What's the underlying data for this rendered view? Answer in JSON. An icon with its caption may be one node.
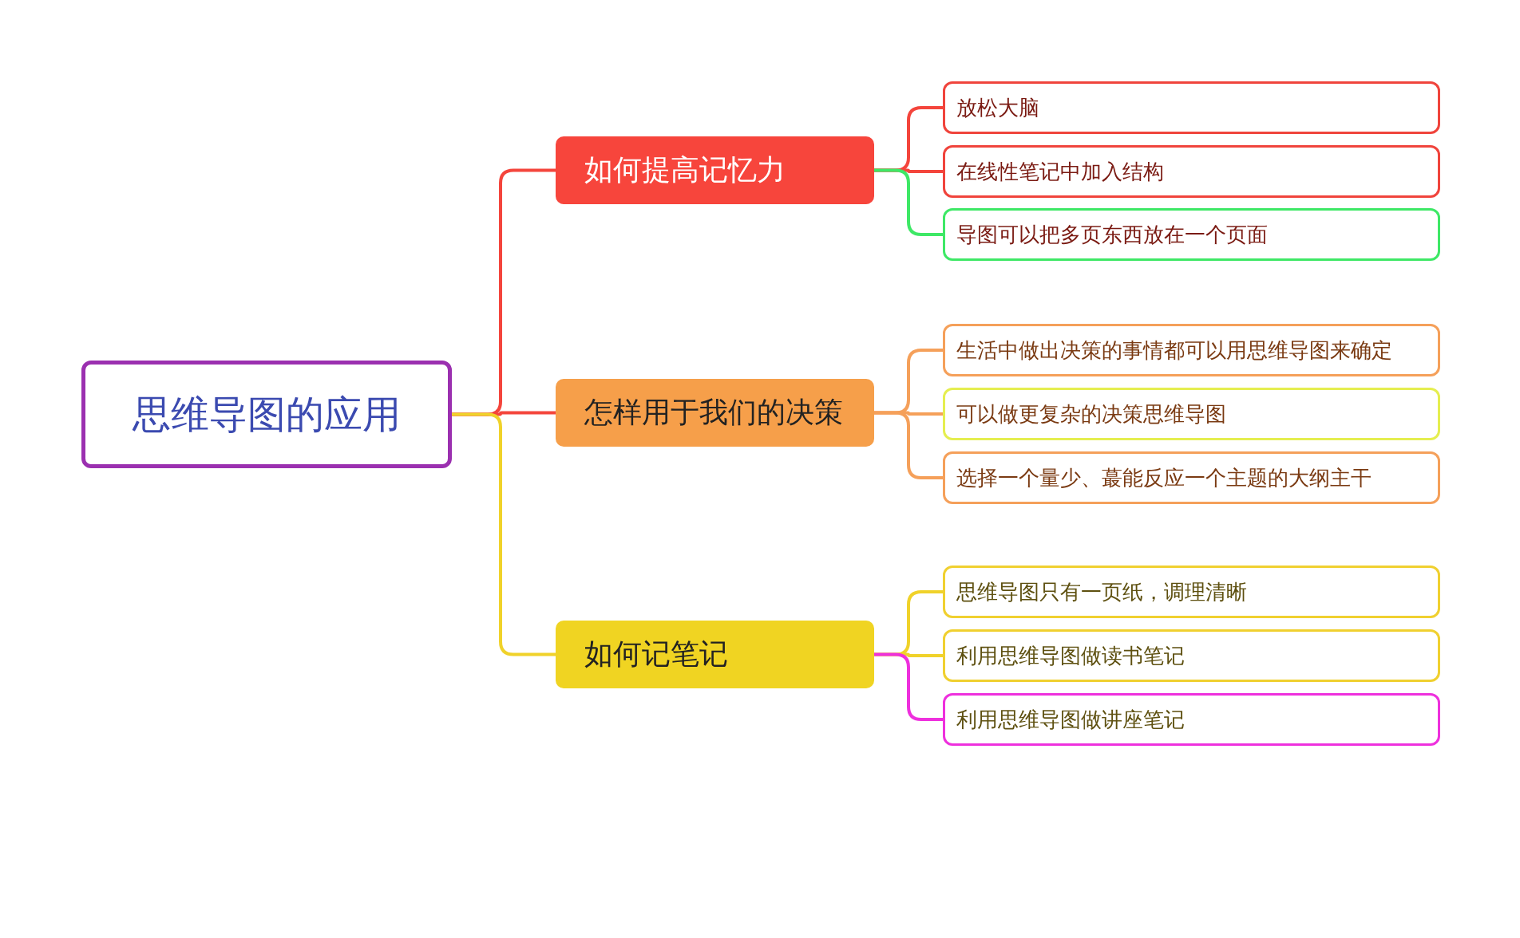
{
  "diagram": {
    "nodes": [
      {
        "text": [
          "思维导图的应用"
        ]
      },
      {
        "text": [
          "如何提高记忆力"
        ]
      },
      {
        "text": [
          "怎样用于我们的决策"
        ]
      },
      {
        "text": [
          "如何记笔记"
        ]
      },
      {
        "text": [
          "放松大脑"
        ]
      },
      {
        "text": [
          "在线性笔记中加入结构"
        ]
      },
      {
        "text": [
          "导图可以把多页东西放在一个页面"
        ]
      },
      {
        "text": [
          "生活中做出决策的事情都可以用思维导图来确定"
        ]
      },
      {
        "text": [
          "可以做更复杂的决策思维导图"
        ]
      },
      {
        "text": [
          "选择一个量少、蕞能反应一个主题的大纲主干"
        ]
      },
      {
        "text": [
          "思维导图只有一页纸，调理清晰"
        ]
      },
      {
        "text": [
          "利用思维导图做读书笔记"
        ]
      },
      {
        "text": [
          "利用思维导图做讲座笔记"
        ]
      }
    ],
    "edges": [
      {
        "from": 0,
        "to": 1,
        "arrow": "none",
        "color": "#f4453c"
      },
      {
        "from": 0,
        "to": 2,
        "arrow": "none",
        "color": "#f4453c"
      },
      {
        "from": 0,
        "to": 3,
        "arrow": "none",
        "color": "#f0d22a"
      },
      {
        "from": 1,
        "to": 4,
        "arrow": "none",
        "color": "#f4453c"
      },
      {
        "from": 1,
        "to": 5,
        "arrow": "none",
        "color": "#f4453c"
      },
      {
        "from": 1,
        "to": 6,
        "arrow": "none",
        "color": "#3ee866"
      },
      {
        "from": 2,
        "to": 7,
        "arrow": "none",
        "color": "#f5a05a"
      },
      {
        "from": 2,
        "to": 8,
        "arrow": "none",
        "color": "#f5a05a"
      },
      {
        "from": 2,
        "to": 9,
        "arrow": "none",
        "color": "#f5a05a"
      },
      {
        "from": 3,
        "to": 10,
        "arrow": "none",
        "color": "#f0d22a"
      },
      {
        "from": 3,
        "to": 11,
        "arrow": "none",
        "color": "#f0d22a"
      },
      {
        "from": 3,
        "to": 12,
        "arrow": "none",
        "color": "#ee30dd"
      }
    ]
  }
}
